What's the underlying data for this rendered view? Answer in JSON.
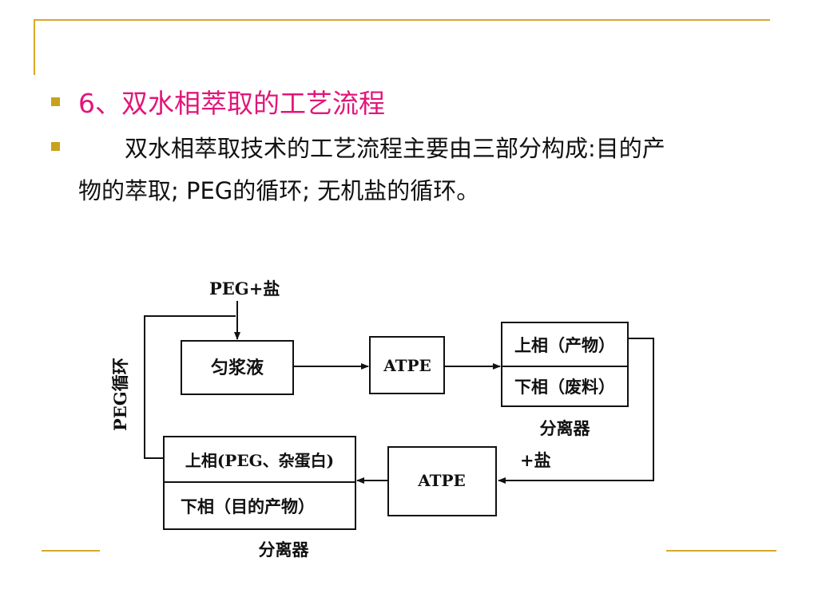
{
  "slide": {
    "heading": "6、双水相萃取的工艺流程",
    "body_line1": "双水相萃取技术的工艺流程主要由三部分构成:目的产",
    "body_line2": "物的萃取; PEG的循环; 无机盐的循环。"
  },
  "colors": {
    "accent_line": "#d7a82a",
    "bullet": "#c8a21c",
    "heading": "#e21679"
  },
  "diagram": {
    "peg_salt_input": "PEG+盐",
    "peg_cycle": "PEG循环",
    "homogenate": "匀浆液",
    "atpe_1": "ATPE",
    "top_phase_product": "上相（产物）",
    "bottom_phase_waste": "下相（废料）",
    "separator_1": "分离器",
    "add_salt": "+盐",
    "atpe_2": "ATPE",
    "top_phase_peg": "上相(PEG、杂蛋白)",
    "bottom_phase_target": "下相（目的产物）",
    "separator_2": "分离器"
  }
}
